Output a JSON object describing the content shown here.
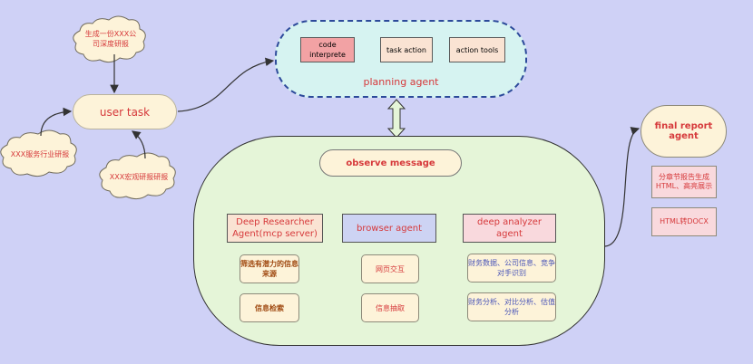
{
  "planning_agent": {
    "label": "planning agent",
    "tools": [
      "code interprete",
      "task action",
      "action tools"
    ],
    "colors": {
      "code": "#f2a2a4",
      "other": "#fae3d3"
    }
  },
  "user_task": {
    "label": "user task"
  },
  "clouds": {
    "top": "生成一份XXX公司深度研报",
    "left": "XXX服务行业研报",
    "bottom": "XXX宏观研报研报"
  },
  "observe_message": {
    "label": "observe message"
  },
  "agents": {
    "deep_researcher": {
      "label": "Deep Researcher Agent(mcp server)",
      "tasks": [
        "筛选有潜力的信息来源",
        "信息检索"
      ],
      "task_color": "#a04a12"
    },
    "browser": {
      "label": "browser agent",
      "tasks": [
        "网页交互",
        "信息抽取"
      ],
      "task_color": "#d6393b"
    },
    "deep_analyzer": {
      "label": "deep analyzer agent",
      "tasks": [
        "财务数据、公司信息、竞争对手识别",
        "财务分析、对比分析、估值分析"
      ],
      "task_color": "#4b56b8"
    }
  },
  "final_report": {
    "label": "final report agent",
    "outputs": [
      "分章节报告生成HTML、高亮展示",
      "HTML转DOCX"
    ]
  }
}
